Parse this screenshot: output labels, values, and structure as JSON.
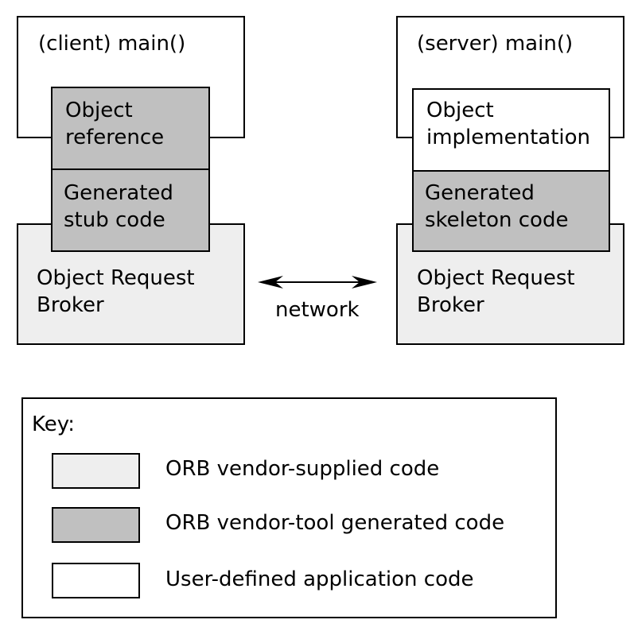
{
  "client": {
    "main_label": "(client)  main()",
    "object_reference": [
      "Object",
      "reference"
    ],
    "stub": [
      "Generated",
      "stub code"
    ],
    "orb": [
      "Object Request",
      "Broker"
    ]
  },
  "server": {
    "main_label": "(server)  main()",
    "object_implementation": [
      "Object",
      "implementation"
    ],
    "skeleton": [
      "Generated",
      "skeleton code"
    ],
    "orb": [
      "Object Request",
      "Broker"
    ]
  },
  "network": {
    "label": "network"
  },
  "key": {
    "title": "Key:",
    "items": [
      {
        "label": "ORB vendor-supplied code",
        "color": "#eeeeee"
      },
      {
        "label": "ORB vendor-tool generated code",
        "color": "#c0c0c0"
      },
      {
        "label": "User-defined application code",
        "color": "#ffffff"
      }
    ]
  }
}
